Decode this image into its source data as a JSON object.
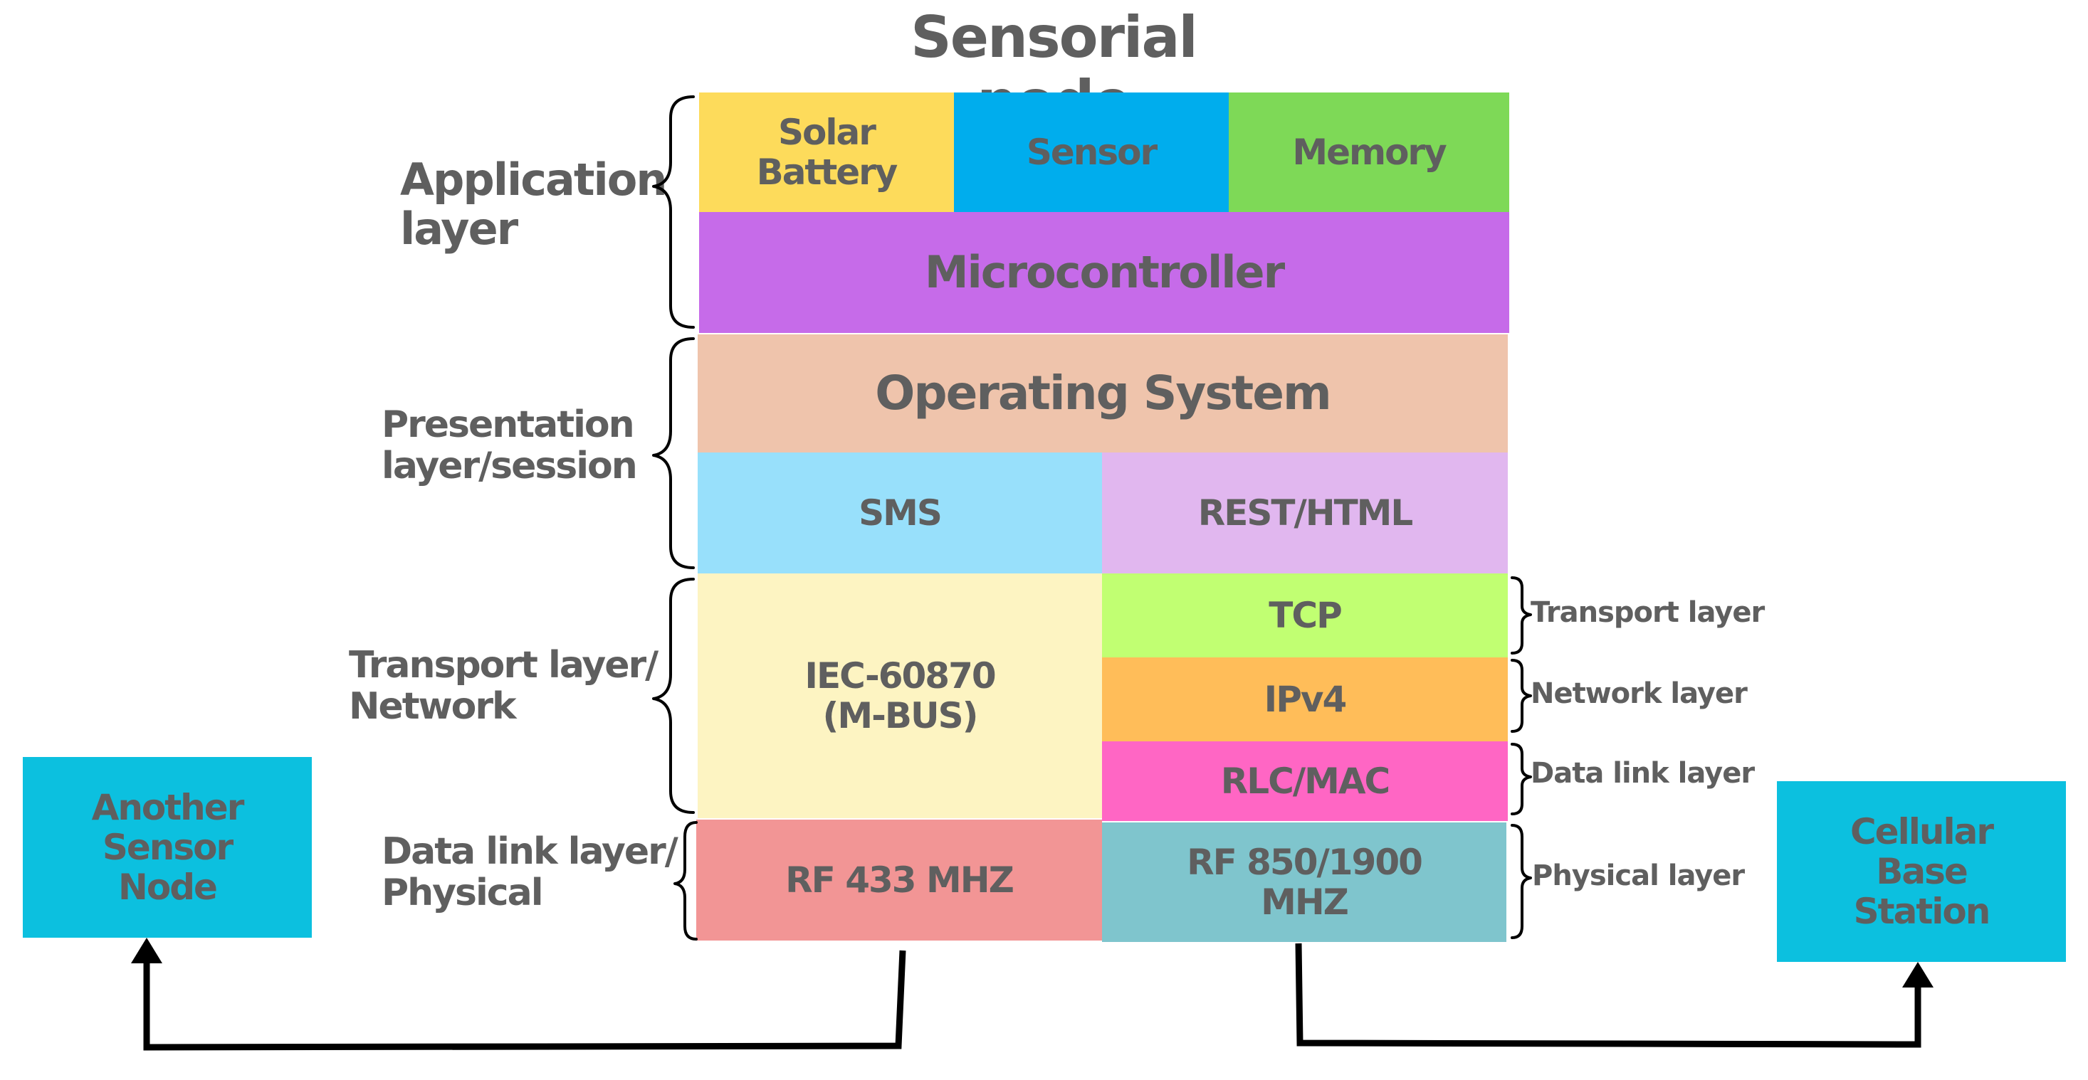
{
  "title": "Sensorial node",
  "colors": {
    "solar": "#fddb5b",
    "sensor": "#00aded",
    "memory": "#7ed957",
    "microcontroller": "#c66be9",
    "os": "#efc4ac",
    "sms": "#98e0fb",
    "rest": "#e1b7ef",
    "iec": "#fdf4c2",
    "tcp": "#c1ff72",
    "ipv4": "#ffbd59",
    "rlc": "#ff66c4",
    "rf433": "#f29595",
    "rf850": "#7fc5cd",
    "node_box": "#0cc0df",
    "text": "#5f5f5f"
  },
  "blocks": {
    "solar": "Solar\nBattery",
    "sensor": "Sensor",
    "memory": "Memory",
    "microcontroller": "Microcontroller",
    "os": "Operating System",
    "sms": "SMS",
    "rest": "REST/HTML",
    "iec": "IEC-60870\n(M-BUS)",
    "tcp": "TCP",
    "ipv4": "IPv4",
    "rlc": "RLC/MAC",
    "rf433": "RF 433 MHZ",
    "rf850": "RF 850/1900\nMHZ"
  },
  "left_labels": {
    "application": "Application\nlayer",
    "presentation": "Presentation\nlayer/session",
    "transport": "Transport layer/\nNetwork",
    "datalink": "Data link layer/\nPhysical"
  },
  "right_labels": {
    "transport": "Transport layer",
    "network": "Network layer",
    "datalink": "Data link layer",
    "physical": "Physical layer"
  },
  "nodes": {
    "another": "Another\nSensor\nNode",
    "cellular": "Cellular\nBase\nStation"
  }
}
